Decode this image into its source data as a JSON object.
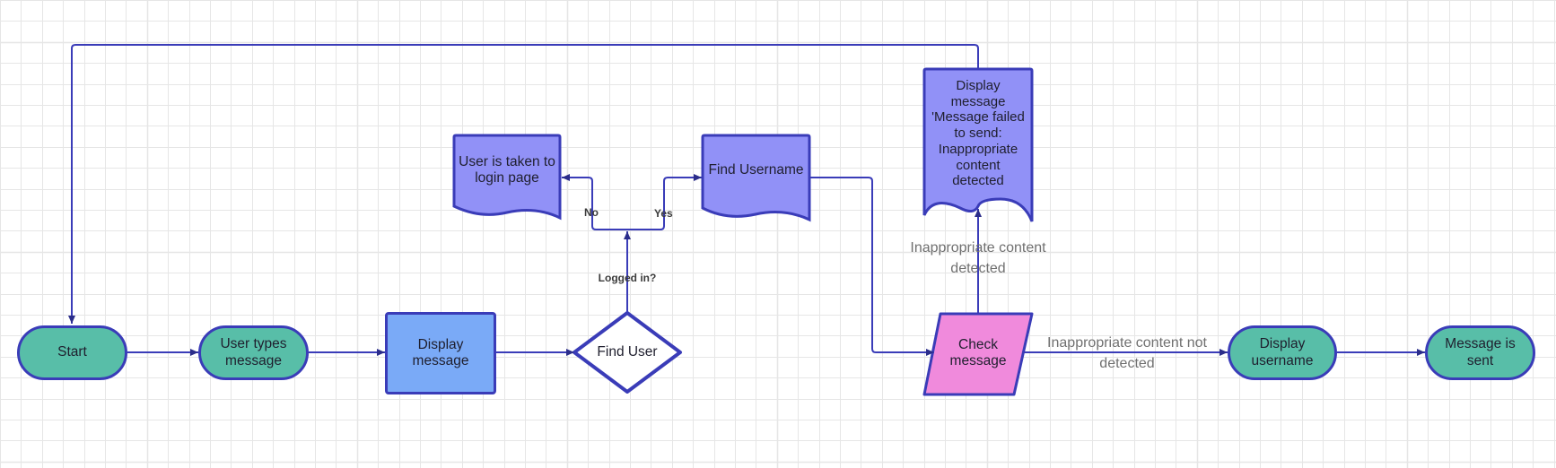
{
  "colors": {
    "grid": "#e6e6e6",
    "stroke": "#3a3cb8",
    "terminal_fill": "#58bea8",
    "process_fill": "#7aaaf7",
    "document_fill": "#9191f7",
    "decision_fill": "#ffffff",
    "io_fill": "#f08adc"
  },
  "nodes": {
    "start": "Start",
    "user_types": "User types message",
    "display_message": "Display message",
    "find_user": "Find User",
    "login_page": "User is taken to login page",
    "find_username": "Find Username",
    "failed_msg": "Display message 'Message failed to send: Inappropriate content detected",
    "check_message": "Check message",
    "display_username": "Display username",
    "message_sent": "Message is sent"
  },
  "edge_labels": {
    "logged_in": "Logged in?",
    "no": "No",
    "yes": "Yes",
    "inappropriate": "Inappropriate content detected",
    "not_detected": "Inappropriate  content not detected"
  }
}
